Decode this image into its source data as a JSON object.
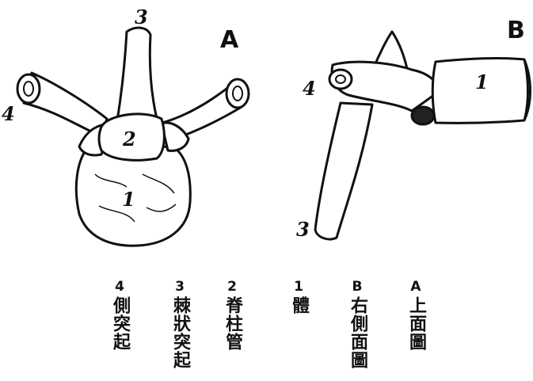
{
  "figure": {
    "panel_a": "A",
    "panel_b": "B",
    "a_labels": {
      "body": "1",
      "canal": "2",
      "spinous": "3",
      "transverse": "4"
    },
    "b_labels": {
      "body": "1",
      "spinous": "3",
      "transverse": "4"
    }
  },
  "legend": [
    {
      "num": "4",
      "text": "側突起"
    },
    {
      "num": "3",
      "text": "棘狀突起"
    },
    {
      "num": "2",
      "text": "脊柱管"
    },
    {
      "num": "1",
      "text": "體"
    },
    {
      "num": "B",
      "text": "右側面圖"
    },
    {
      "num": "A",
      "text": "上面圖"
    }
  ]
}
